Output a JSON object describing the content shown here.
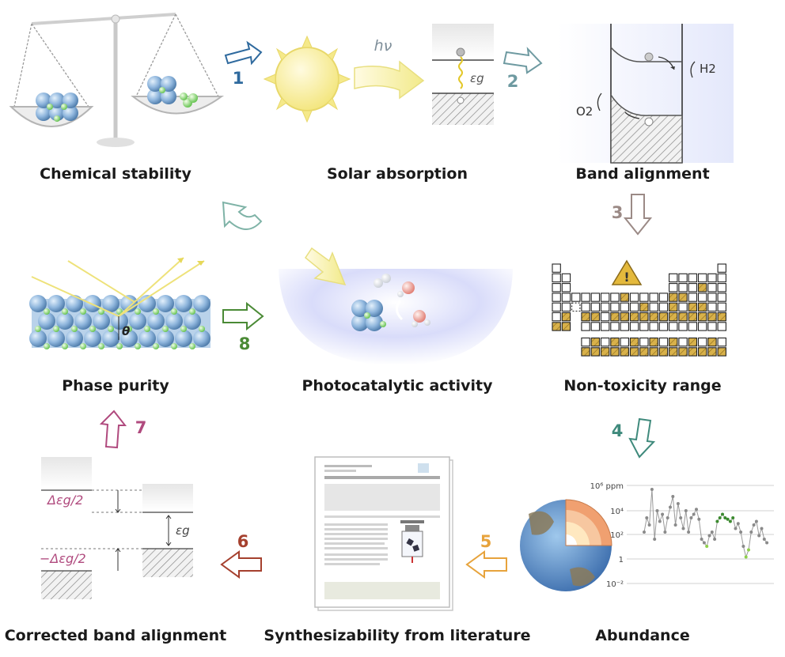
{
  "stages": [
    {
      "id": "chemical-stability",
      "label": "Chemical stability"
    },
    {
      "id": "solar-absorption",
      "label": "Solar absorption"
    },
    {
      "id": "band-alignment",
      "label": "Band alignment"
    },
    {
      "id": "non-toxicity-range",
      "label": "Non-toxicity range"
    },
    {
      "id": "abundance",
      "label": "Abundance"
    },
    {
      "id": "synthesizability",
      "label": "Synthesizability from literature"
    },
    {
      "id": "corrected-band-alignment",
      "label": "Corrected band alignment"
    },
    {
      "id": "phase-purity",
      "label": "Phase purity"
    },
    {
      "id": "photocatalytic-activity",
      "label": "Photocatalytic activity"
    }
  ],
  "steps": [
    "1",
    "2",
    "3",
    "4",
    "5",
    "6",
    "7",
    "8"
  ],
  "colors": {
    "step1": "#2f6a9e",
    "step2": "#6e9aa1",
    "step3": "#9b8a86",
    "step4": "#3f8a7c",
    "step5": "#e7a33c",
    "step6": "#a5402e",
    "step7": "#b04a7e",
    "step8": "#4a8a35",
    "loop": "#7fb3a7"
  },
  "solar": {
    "hv": "hν",
    "gap": "εg"
  },
  "band": {
    "h2": "H2",
    "o2": "O2"
  },
  "phase": {
    "theta": "θ"
  },
  "corrected": {
    "top": "Δεg/2",
    "bottom": "−Δεg/2",
    "gap": "εg"
  },
  "abundance_chart": {
    "axis_labels": [
      "10⁶ ppm",
      "10⁴",
      "10²",
      "1",
      "10⁻²"
    ]
  },
  "warning_symbol": "!"
}
